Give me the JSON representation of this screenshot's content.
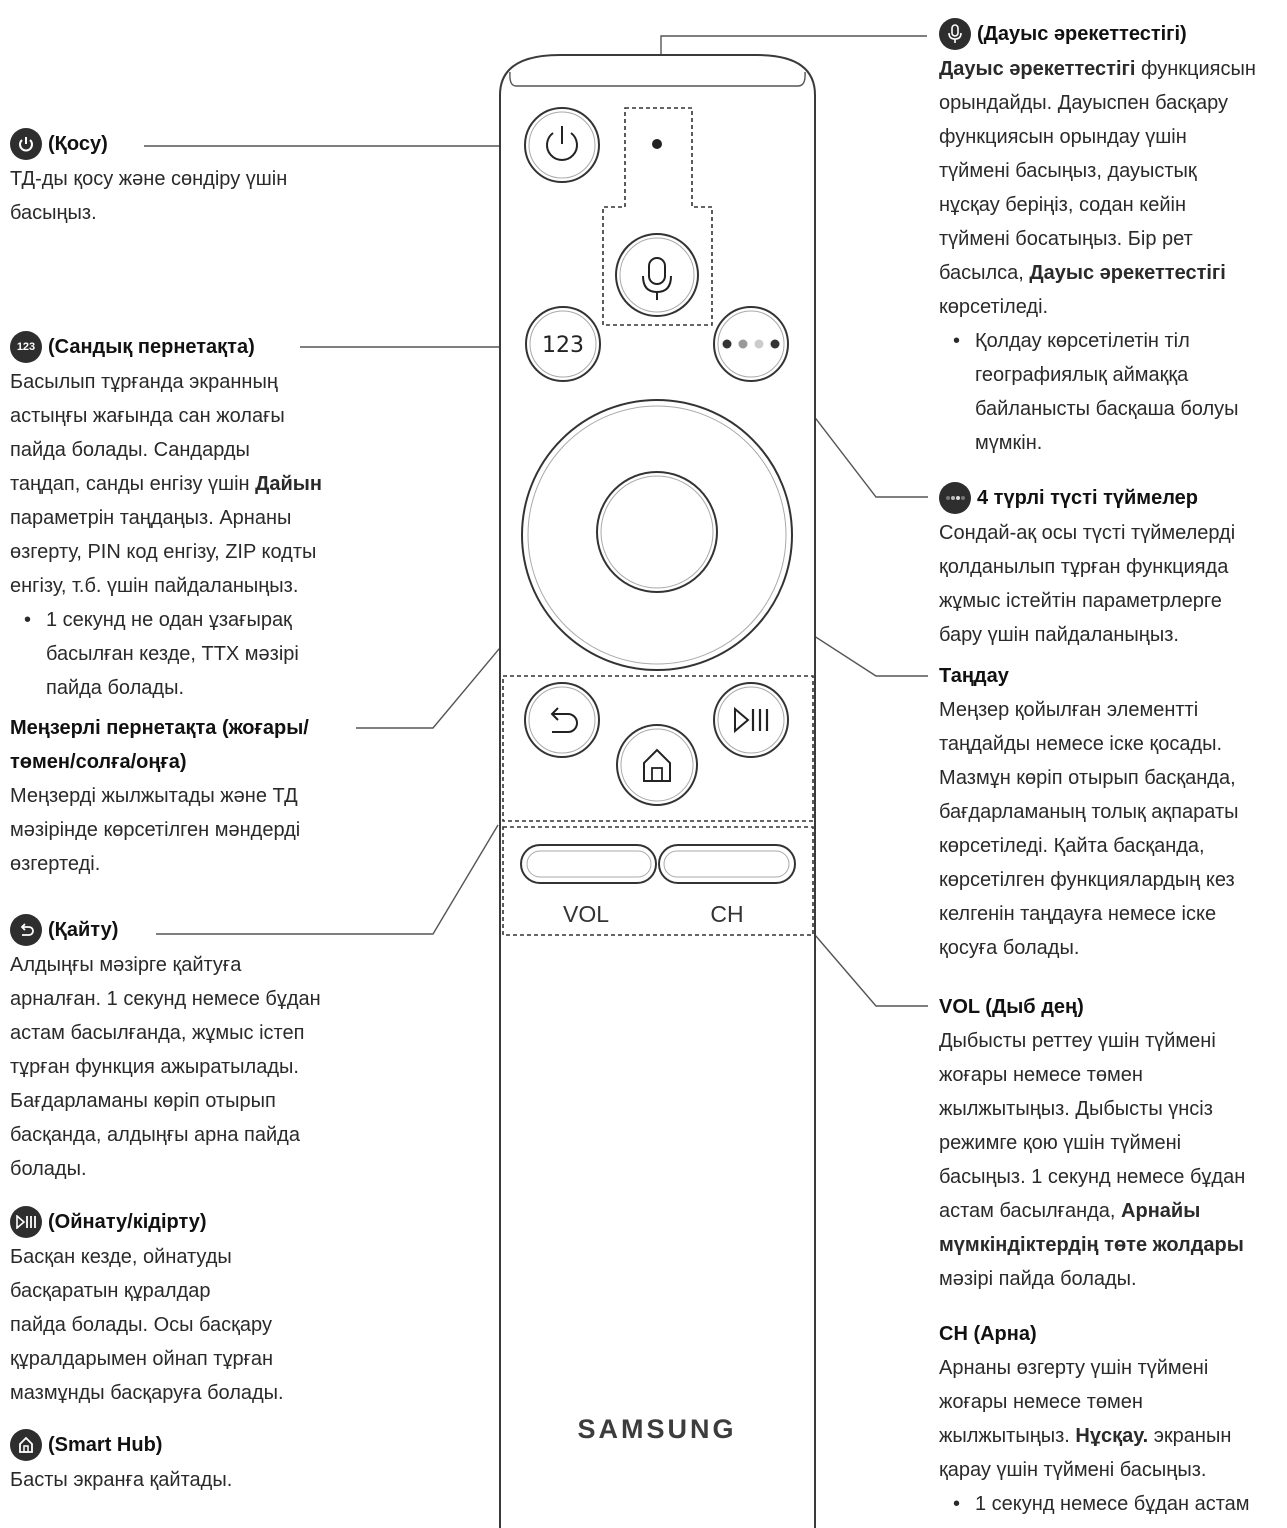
{
  "left": {
    "power": {
      "icon": "power-icon",
      "title": "(Қосу)",
      "lines": [
        "ТД-ды қосу және сөндіру үшін",
        "басыңыз."
      ]
    },
    "numeric": {
      "icon_text": "123",
      "title": "(Сандық пернетақта)",
      "lines": [
        "Басылып тұрғанда экранның",
        "астыңғы жағында сан жолағы",
        "пайда болады. Сандарды"
      ],
      "line4_pre": "таңдап, санды енгізу үшін ",
      "line4_bold": "Дайын",
      "lines2": [
        "параметрін таңдаңыз. Арнаны",
        "өзгерту, PIN код енгізу, ZIP кодты",
        "енгізу, т.б. үшін пайдаланыңыз."
      ],
      "bullet": [
        "1 секунд не одан ұзағырақ",
        "басылған кезде, TTX мәзірі",
        "пайда болады."
      ]
    },
    "dpad": {
      "title_lines": [
        "Меңзерлі пернетақта (жоғары/",
        "төмен/солға/оңға)"
      ],
      "lines": [
        "Меңзерді жылжытады және ТД",
        "мәзірінде көрсетілген мәндерді",
        "өзгертеді."
      ]
    },
    "back": {
      "icon": "return-icon",
      "title": "(Қайту)",
      "lines": [
        "Алдыңғы мәзірге қайтуға",
        "арналған. 1 секунд немесе бұдан",
        "астам басылғанда, жұмыс істеп",
        "тұрған функция ажыратылады.",
        "Бағдарламаны көріп отырып",
        "басқанда, алдыңғы арна пайда",
        "болады."
      ]
    },
    "play": {
      "icon": "play-pause-icon",
      "title": "(Ойнату/кідірту)",
      "lines": [
        "Басқан кезде, ойнатуды",
        "басқаратын құралдар",
        "пайда болады. Осы басқару",
        "құралдарымен ойнап тұрған",
        "мазмұнды басқаруға болады."
      ]
    },
    "home": {
      "icon": "home-icon",
      "title": "(Smart Hub)",
      "lines": [
        "Басты экранға қайтады."
      ]
    }
  },
  "right": {
    "voice": {
      "icon": "microphone-icon",
      "title": "(Дауыс әрекеттестігі)",
      "line1_bold": "Дауыс әрекеттестігі",
      "line1_rest": " функциясын",
      "lines": [
        "орындайды. Дауыспен басқару",
        "функциясын орындау үшін",
        "түймені басыңыз, дауыстық",
        "нұсқау беріңіз, содан кейін",
        "түймені босатыңыз. Бір рет"
      ],
      "line7_pre": "басылса, ",
      "line7_bold": "Дауыс әрекеттестігі",
      "line8": "көрсетіледі.",
      "bullet": [
        "Қолдау көрсетілетін тіл",
        "географиялық аймаққа",
        "байланысты басқаша болуы",
        "мүмкін."
      ]
    },
    "color": {
      "icon": "color-dots-icon",
      "title": "4 түрлі түсті түймелер",
      "lines": [
        "Сондай-ақ осы түсті түймелерді",
        "қолданылып тұрған функцияда",
        "жұмыс істейтін параметрлерге",
        "бару үшін пайдаланыңыз."
      ]
    },
    "select": {
      "title": "Таңдау",
      "lines": [
        "Меңзер қойылған элементті",
        "таңдайды немесе іске қосады.",
        "Мазмұн көріп отырып басқанда,",
        "бағдарламаның толық ақпараты",
        "көрсетіледі. Қайта басқанда,",
        "көрсетілген функциялардың кез",
        "келгенін таңдауға немесе іске",
        "қосуға болады."
      ]
    },
    "vol": {
      "title": "VOL (Дыб дең)",
      "lines": [
        "Дыбысты реттеу үшін түймені",
        "жоғары немесе төмен",
        "жылжытыңыз. Дыбысты үнсіз",
        "режимге қою үшін түймені",
        "басыңыз. 1 секунд немесе бұдан"
      ],
      "line6_pre": "астам басылғанда, ",
      "line6_bold": "Арнайы",
      "line7_bold": "мүмкіндіктердің төте жолдары",
      "line8": "мәзірі пайда болады."
    },
    "ch": {
      "title": "CH (Арна)",
      "lines": [
        "Арнаны өзгерту үшін түймені",
        "жоғары немесе төмен"
      ],
      "line3_pre": "жылжытыңыз. ",
      "line3_bold": "Нұсқау.",
      "line3_rest": " экранын",
      "line4": "қарау үшін түймені басыңыз.",
      "bullet": "1 секунд немесе бұдан астам"
    }
  },
  "remote": {
    "num_label": "123",
    "vol_label": "VOL",
    "ch_label": "CH",
    "brand": "SAMSUNG"
  }
}
